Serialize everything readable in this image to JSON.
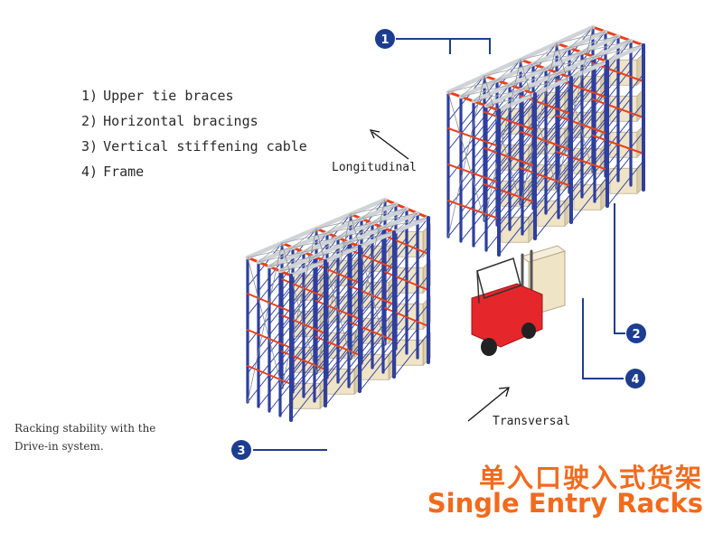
{
  "legend": {
    "items": [
      {
        "num": "1)",
        "label": "Upper tie braces"
      },
      {
        "num": "2)",
        "label": "Horizontal bracings"
      },
      {
        "num": "3)",
        "label": "Vertical stiffening cable"
      },
      {
        "num": "4)",
        "label": "Frame"
      }
    ]
  },
  "directions": {
    "longitudinal": "Longitudinal",
    "transversal": "Transversal"
  },
  "note": {
    "line1": "Racking stability with the",
    "line2": "Drive-in system."
  },
  "callouts": [
    "1",
    "2",
    "3",
    "4"
  ],
  "title": {
    "chinese": "单入口驶入式货架",
    "english": "Single Entry Racks"
  },
  "colors": {
    "upright": "#2e3f9e",
    "beam": "#e8401c",
    "rail": "#cfd3d6",
    "load": "#efe4c6",
    "forklift": "#e5262a",
    "callout": "#1d3d8f",
    "title": "#f26a1b"
  }
}
